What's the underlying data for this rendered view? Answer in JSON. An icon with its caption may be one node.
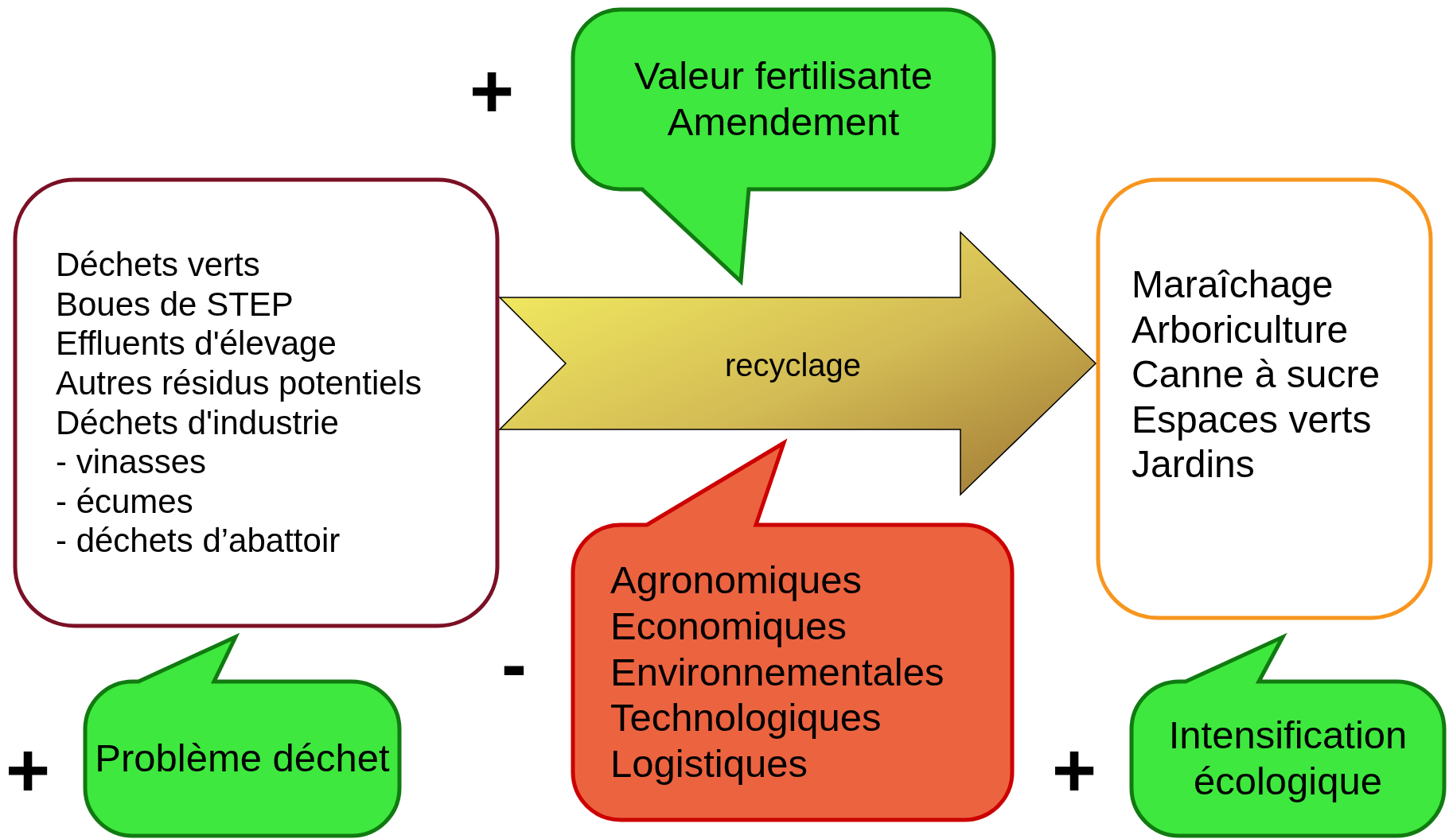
{
  "diagram": {
    "nodes": [
      {
        "text": [
          "Déchets verts",
          "Boues de STEP",
          "Effluents d'élevage",
          "Autres résidus potentiels",
          "Déchets d'industrie",
          "- vinasses",
          "- écumes",
          "- déchets d’abattoir"
        ]
      },
      {
        "text": [
          "Maraîchage",
          "Arboriculture",
          "Canne à sucre",
          "Espaces verts",
          "Jardins"
        ]
      },
      {
        "text": [
          "Valeur fertilisante Amendement"
        ],
        "beside": [
          "+"
        ]
      },
      {
        "text": [
          "Agronomiques",
          "Economiques",
          "Environnementales",
          "Technologiques",
          "Logistiques"
        ],
        "beside": [
          "-"
        ]
      },
      {
        "text": [
          "Problème déchet"
        ],
        "beside": [
          "+"
        ]
      },
      {
        "text": [
          "Intensification écologique"
        ],
        "beside": [
          "+"
        ]
      }
    ],
    "edges": [
      {
        "from": 0,
        "to": 1,
        "arrow": "to",
        "label": "recyclage",
        "style": "thick"
      }
    ]
  }
}
